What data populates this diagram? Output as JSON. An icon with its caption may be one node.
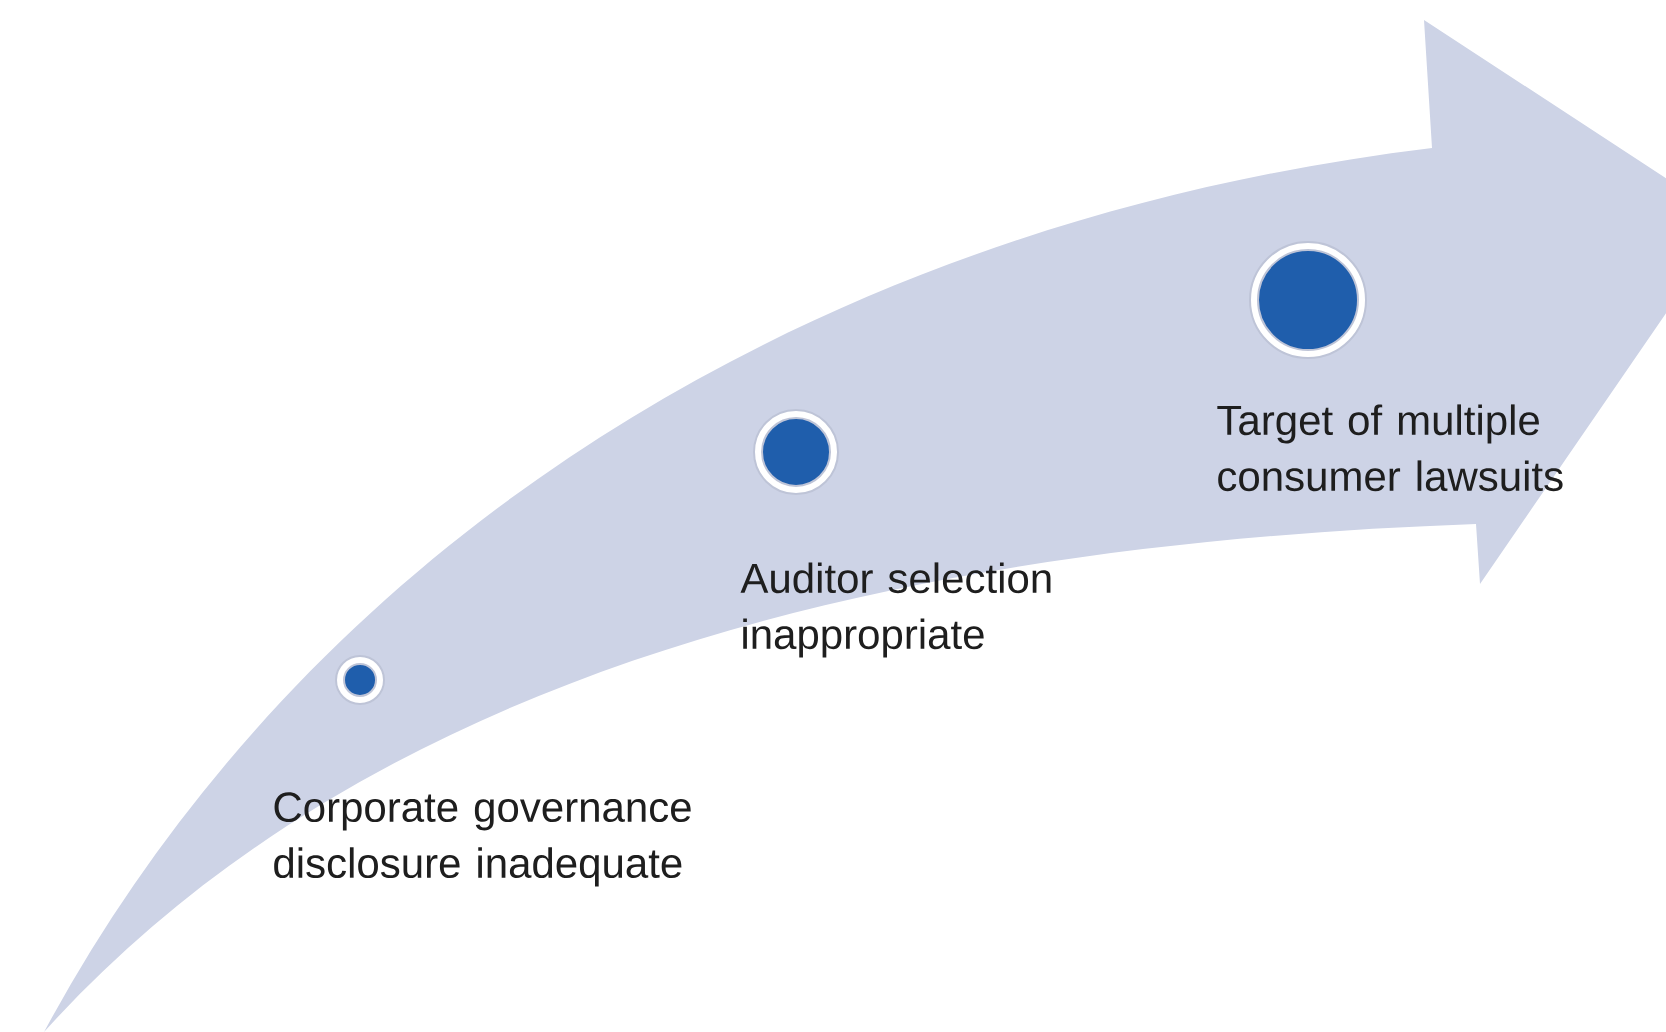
{
  "diagram": {
    "nodes": [
      {
        "text": [],
        "shape": "circle",
        "beside": [
          "Corporate governance disclosure inadequate"
        ]
      },
      {
        "text": [],
        "shape": "circle",
        "beside": [
          "Auditor selection inappropriate"
        ]
      },
      {
        "text": [],
        "shape": "circle",
        "beside": [
          "Target of multiple consumer lawsuits"
        ]
      }
    ]
  }
}
